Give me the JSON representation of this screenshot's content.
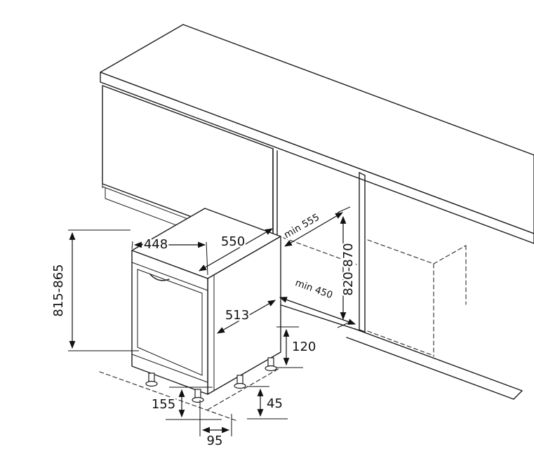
{
  "diagram": {
    "labels": {
      "unit_width": "448",
      "unit_top_depth": "550",
      "unit_body_depth": "513",
      "unit_height": "815-865",
      "niche_depth": "min 555",
      "niche_width": "min 450",
      "niche_height": "820-870",
      "rear_foot_height": "120",
      "front_clearance": "155",
      "rear_foot_offset": "45",
      "front_foot_offset": "95"
    },
    "colors": {
      "line": "#1c1c1c",
      "background": "#ffffff"
    }
  }
}
